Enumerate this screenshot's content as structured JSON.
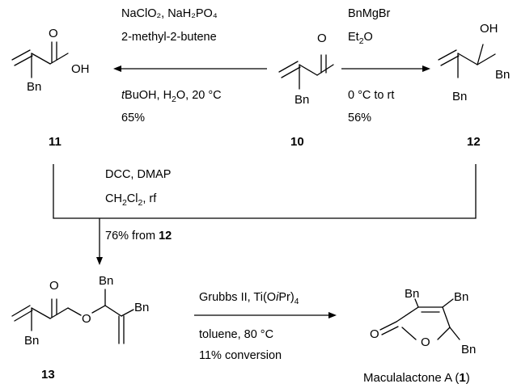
{
  "compounds": {
    "c10": {
      "number": "10",
      "substituent": "Bn",
      "heteroatom": "O"
    },
    "c11": {
      "number": "11",
      "substituent": "Bn",
      "carbonyl_o": "O",
      "oh": "OH"
    },
    "c12": {
      "number": "12",
      "oh": "OH",
      "substituent_a": "Bn",
      "substituent_b": "Bn"
    },
    "c13": {
      "number": "13",
      "carbonyl_o": "O",
      "ester_o": "O",
      "substituent_a": "Bn",
      "substituent_b": "Bn",
      "substituent_c": "Bn"
    },
    "c1": {
      "name": "Maculalactone A (",
      "number": "1",
      "close": ")",
      "carbonyl_o": "O",
      "ring_o": "O",
      "substituent_a": "Bn",
      "substituent_b": "Bn",
      "substituent_c": "Bn"
    }
  },
  "reactions": {
    "oxidation": {
      "reagent_line1": "NaClO₂, NaH₂PO₄",
      "reagent_line2": "2-methyl-2-butene",
      "solvent_prefix": "t",
      "solvent_rest": "BuOH, H",
      "solvent_sub": "2",
      "solvent_end": "O, 20 °C",
      "yield": "65%"
    },
    "grignard": {
      "reagent_line1": "BnMgBr",
      "solvent": "Et",
      "solvent_sub": "2",
      "solvent_end": "O",
      "temperature": "0 °C to rt",
      "yield": "56%"
    },
    "esterification": {
      "reagent_line1": "DCC, DMAP",
      "solvent": "CH",
      "sub1": "2",
      "mid": "Cl",
      "sub2": "2",
      "solvent_end": ", rf",
      "yield_text": "76% from ",
      "yield_ref": "12"
    },
    "rcm": {
      "reagent_a": "Grubbs II, Ti(O",
      "reagent_italic": "i",
      "reagent_b": "Pr)",
      "reagent_sub": "4",
      "solvent": "toluene, 80 °C",
      "conversion": "11% conversion"
    }
  }
}
